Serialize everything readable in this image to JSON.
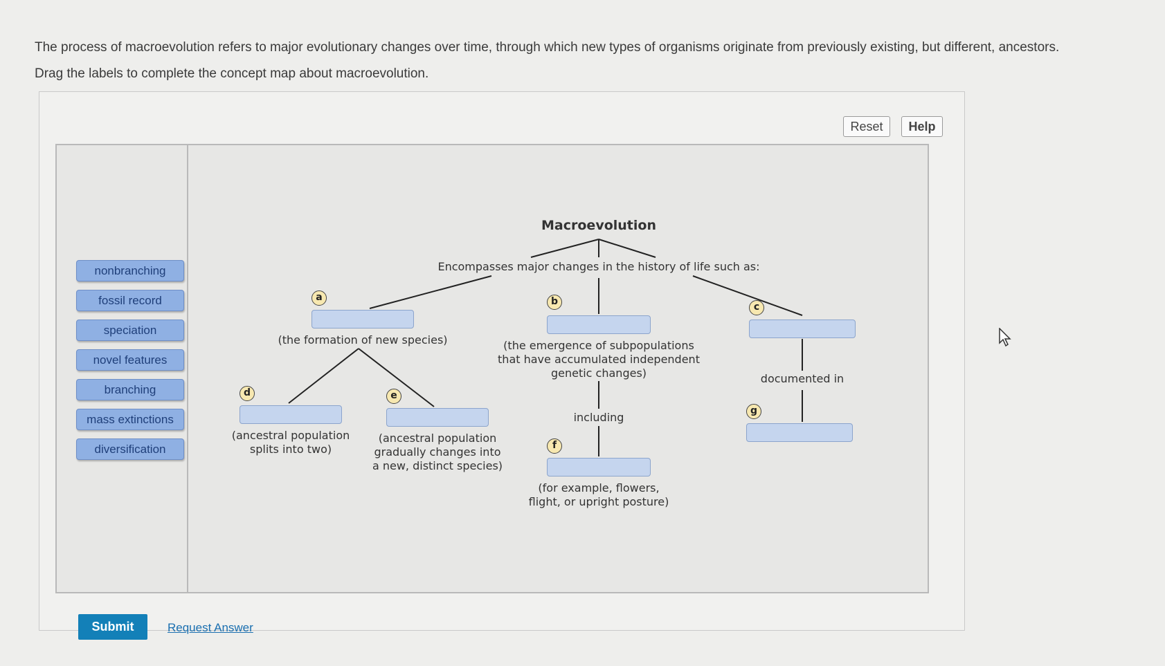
{
  "question": {
    "intro": "The process of macroevolution refers to major evolutionary changes over time, through which new types of organisms originate from previously existing, but different, ancestors.",
    "instruction": "Drag the labels to complete the concept map about macroevolution."
  },
  "toolbar": {
    "reset_label": "Reset",
    "help_label": "Help"
  },
  "labels": [
    "nonbranching",
    "fossil record",
    "speciation",
    "novel features",
    "branching",
    "mass extinctions",
    "diversification"
  ],
  "map": {
    "title": "Macroevolution",
    "encompasses": "Encompasses major changes in the history of life such as:",
    "a_desc": "(the formation of new species)",
    "b_desc_1": "(the emergence of subpopulations",
    "b_desc_2": "that have accumulated independent",
    "b_desc_3": "genetic changes)",
    "d_desc_1": "(ancestral population",
    "d_desc_2": "splits into two)",
    "e_desc_1": "(ancestral population",
    "e_desc_2": "gradually changes into",
    "e_desc_3": "a new, distinct species)",
    "including": "including",
    "f_desc_1": "(for example, flowers,",
    "f_desc_2": "flight, or upright posture)",
    "documented_in": "documented in",
    "badges": {
      "a": "a",
      "b": "b",
      "c": "c",
      "d": "d",
      "e": "e",
      "f": "f",
      "g": "g"
    }
  },
  "actions": {
    "submit_label": "Submit",
    "request_label": "Request Answer"
  }
}
